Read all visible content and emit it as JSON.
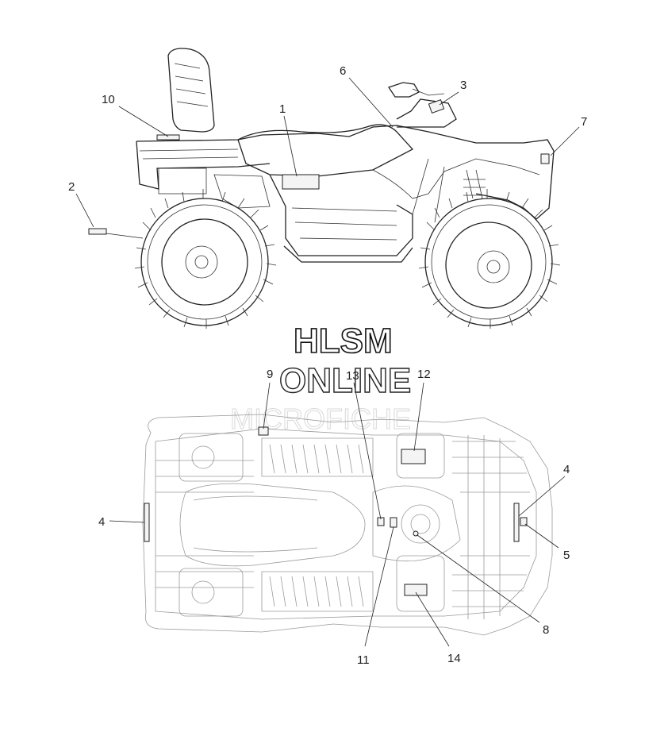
{
  "watermark": {
    "line1": "HLSM",
    "line2": "ONLINE",
    "line3": "MICROFICHE"
  },
  "callouts": {
    "side_view": [
      "1",
      "2",
      "3",
      "6",
      "7",
      "10"
    ],
    "top_view": [
      "9",
      "13",
      "12",
      "4",
      "4",
      "5",
      "8",
      "11",
      "14"
    ]
  },
  "colors": {
    "line": "#222222",
    "background": "#ffffff",
    "watermark_faint": "#d8d8d8"
  }
}
